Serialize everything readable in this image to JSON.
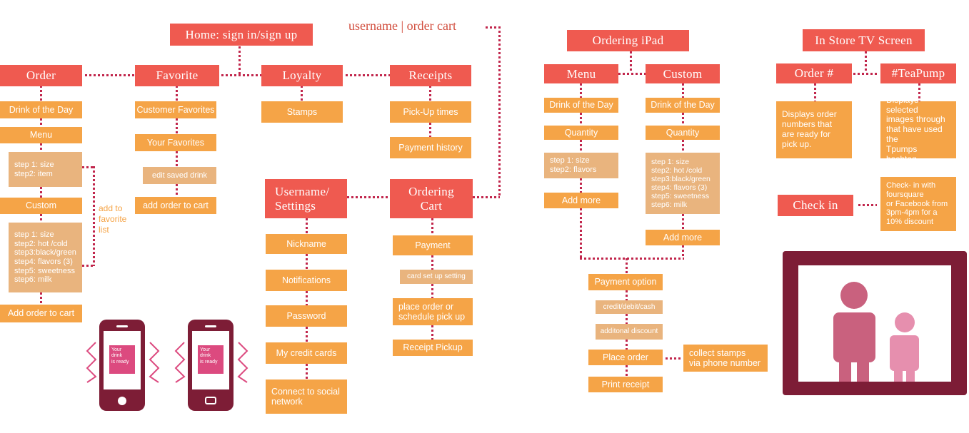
{
  "home": "Home: sign in/sign up",
  "header_cart": "username | order cart",
  "main": {
    "order": "Order",
    "favorite": "Favorite",
    "loyalty": "Loyalty",
    "receipts": "Receipts"
  },
  "order_col": {
    "drink_day": "Drink of the Day",
    "menu": "Menu",
    "menu_steps": "step 1: size\nstep2: item",
    "custom": "Custom",
    "custom_steps": "step 1: size\nstep2: hot /cold\nstep3:black/green\nstep4: flavors (3)\nstep5: sweetness\nstep6: milk",
    "add_cart": "Add order to cart",
    "add_favorite_note": "add to\nfavorite\nlist"
  },
  "favorite_col": {
    "customer_favorites": "Customer Favorites",
    "your_favorites": "Your Favorites",
    "edit_saved": "edit saved drink",
    "add_cart": "add order to cart"
  },
  "loyalty_col": {
    "stamps": "Stamps"
  },
  "receipts_col": {
    "pickup_times": "Pick-Up times",
    "payment_history": "Payment history"
  },
  "settings": {
    "title": "Username/\nSettings",
    "items": [
      "Nickname",
      "Notifications",
      "Password",
      "My credit cards",
      "Connect to social\nnetwork"
    ]
  },
  "cart": {
    "title": "Ordering\nCart",
    "payment": "Payment",
    "card_setup": "card set up setting",
    "place_order": "place order or\nschedule pick up",
    "receipt_pickup": "Receipt Pickup"
  },
  "phones": {
    "msg": "Your drink\nis ready"
  },
  "ipad": {
    "title": "Ordering iPad",
    "menu": "Menu",
    "custom": "Custom",
    "menu_drink": "Drink of the Day",
    "menu_qty": "Quantity",
    "menu_steps": "step 1: size\nstep2: flavors",
    "menu_add": "Add more",
    "custom_drink": "Drink of the Day",
    "custom_qty": "Quantity",
    "custom_steps": "step 1: size\nstep2: hot /cold\nstep3:black/green\nstep4: flavors (3)\nstep5: sweetness\nstep6: milk",
    "custom_add": "Add more",
    "payment_option": "Payment option",
    "credit": "credit/debit/cash",
    "discount": "additonal discount",
    "place_order": "Place order",
    "print_receipt": "Print receipt",
    "collect_note": "collect stamps\nvia phone number"
  },
  "tv": {
    "title": "In Store TV Screen",
    "order_num": "Order #",
    "teapump": "#TeaPump",
    "order_desc": "Displays order\nnumbers that\nare ready for\npick up.",
    "teapump_desc": "Displays selected\nimages through\nthat have used the\nTpumps hashtag.",
    "checkin": "Check in",
    "checkin_desc": "Check- in with\nfoursquare\nor Facebook from\n3pm-4pm for a\n10% discount"
  },
  "colors": {
    "red": "#ef5a50",
    "orange": "#f5a447",
    "tan": "#e9b47e",
    "maroon": "#7d1d36",
    "pink": "#dc4a7f",
    "connector": "#c1264c"
  }
}
